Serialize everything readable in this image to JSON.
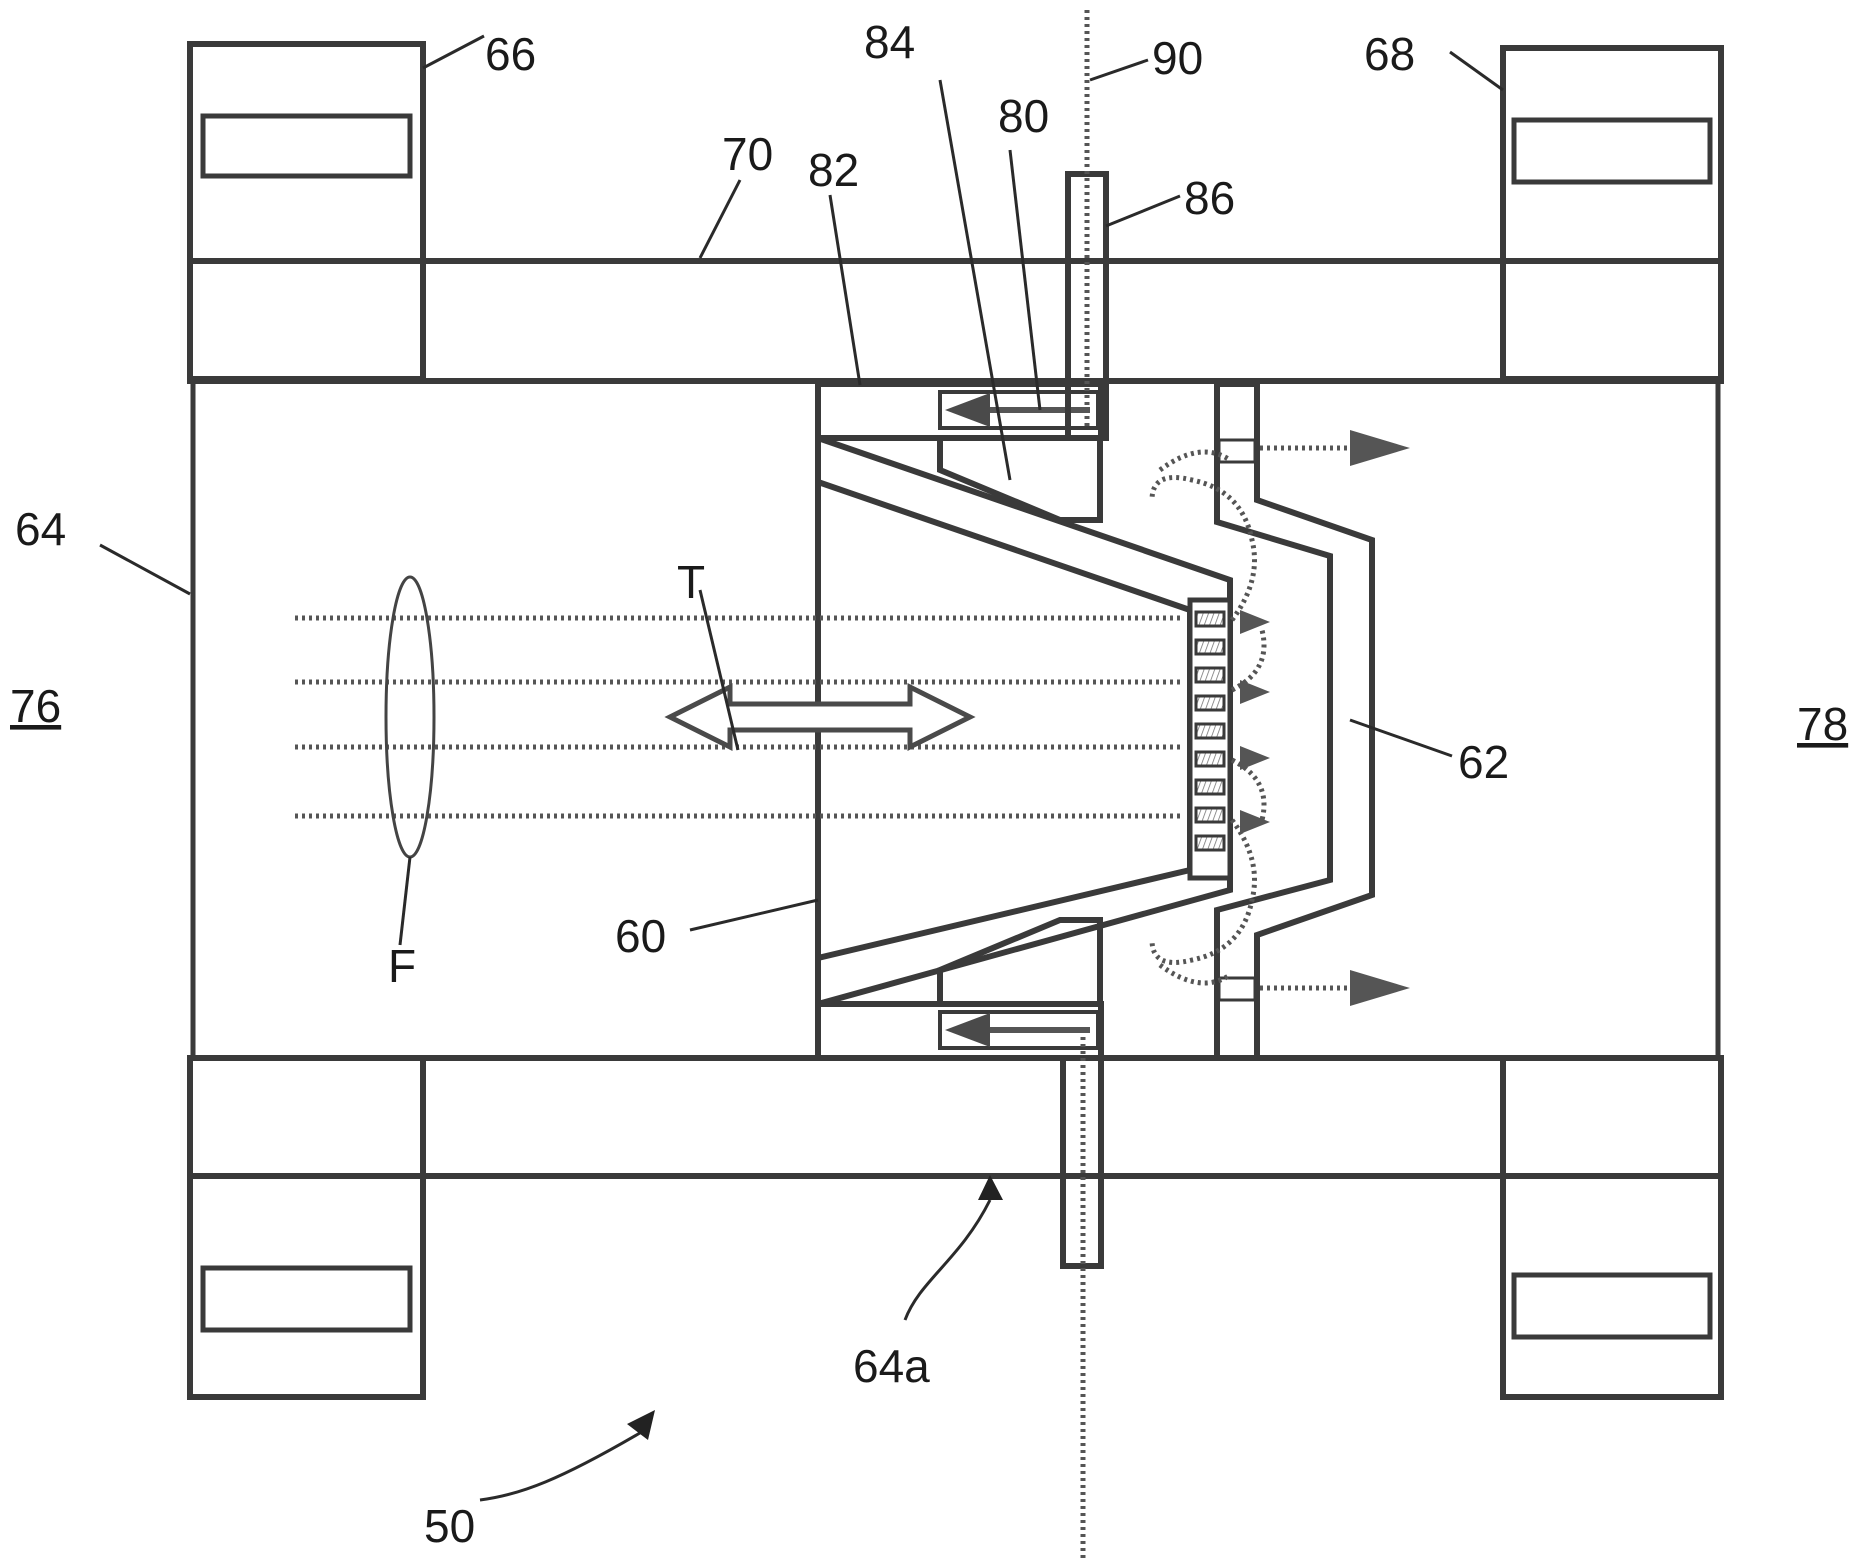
{
  "labels": {
    "l66": "66",
    "l84": "84",
    "l80": "80",
    "l90": "90",
    "l68": "68",
    "l70": "70",
    "l82": "82",
    "l86": "86",
    "l64": "64",
    "l76": "76",
    "l78": "78",
    "lT": "T",
    "l62": "62",
    "l60": "60",
    "lF": "F",
    "l64a": "64a",
    "l50": "50"
  },
  "colors": {
    "line": "#3a3a3a",
    "hatch": "#6b6b6b",
    "background": "#ffffff"
  }
}
